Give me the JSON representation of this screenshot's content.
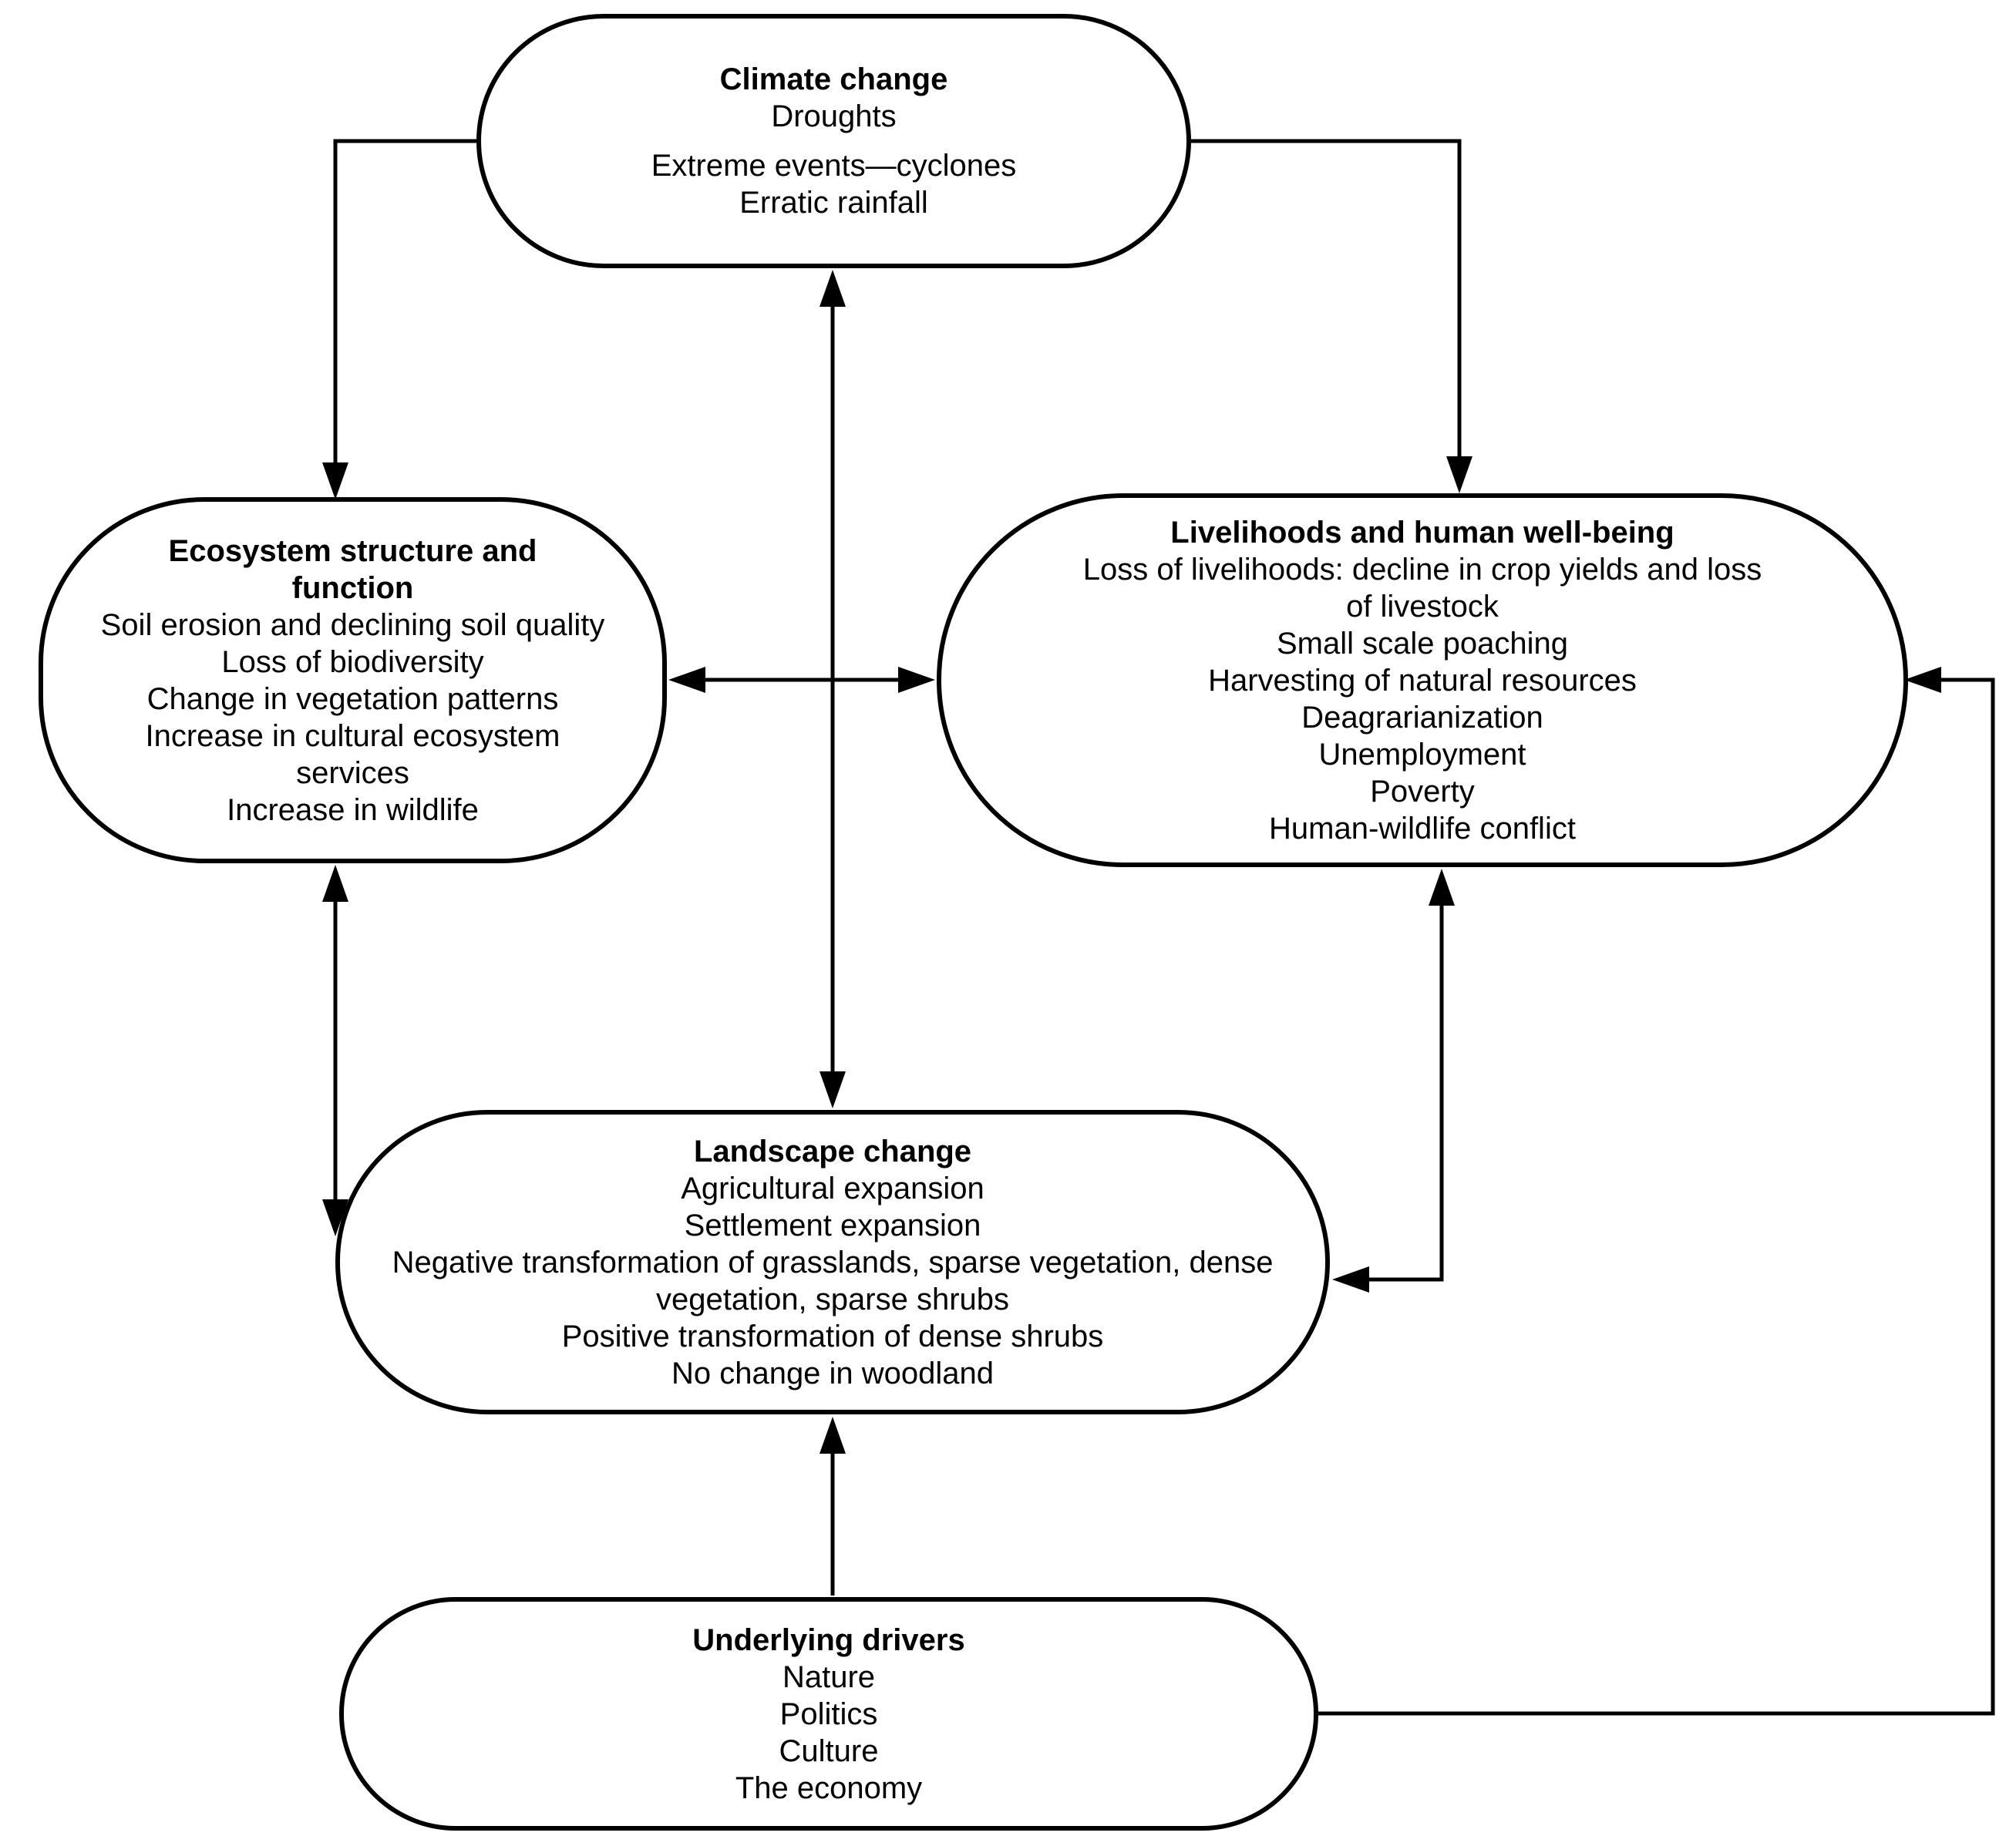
{
  "figure": {
    "background_color": "#ffffff",
    "line_color": "#000000",
    "text_color": "#000000"
  },
  "boxes": {
    "climate": {
      "title": "Climate change",
      "lines": [
        "Droughts",
        "Extreme events—cyclones",
        "Erratic rainfall"
      ]
    },
    "ecosystem": {
      "title": "Ecosystem structure and function",
      "lines": [
        "Soil erosion and declining soil quality",
        "Loss of biodiversity",
        "Change in vegetation patterns",
        "Increase in cultural ecosystem services",
        "Increase in wildlife"
      ]
    },
    "livelihoods": {
      "title": "Livelihoods and human well-being",
      "lines": [
        "Loss of livelihoods: decline in crop yields and loss of livestock",
        "Small scale poaching",
        "Harvesting of natural resources",
        "Deagrarianization",
        "Unemployment",
        "Poverty",
        "Human-wildlife conflict"
      ]
    },
    "landscape": {
      "title": "Landscape change",
      "lines": [
        "Agricultural expansion",
        "Settlement expansion",
        "Negative transformation of grasslands, sparse vegetation, dense vegetation, sparse shrubs",
        "Positive transformation of dense shrubs",
        "No change in woodland"
      ]
    },
    "underlying": {
      "title": "Underlying drivers",
      "lines": [
        "Nature",
        "Politics",
        "Culture",
        "The economy"
      ]
    }
  },
  "arrows": [
    {
      "from": "Climate change",
      "to": "Ecosystem structure and function",
      "bidirectional": false
    },
    {
      "from": "Climate change",
      "to": "Livelihoods and human well-being",
      "bidirectional": false
    },
    {
      "from": "Climate change",
      "to": "Landscape change",
      "bidirectional": true
    },
    {
      "from": "Ecosystem structure and function",
      "to": "Livelihoods and human well-being",
      "bidirectional": true
    },
    {
      "from": "Ecosystem structure and function",
      "to": "Landscape change",
      "bidirectional": true
    },
    {
      "from": "Livelihoods and human well-being",
      "to": "Landscape change",
      "bidirectional": true
    },
    {
      "from": "Underlying drivers",
      "to": "Landscape change",
      "bidirectional": false
    },
    {
      "from": "Underlying drivers",
      "to": "Livelihoods and human well-being",
      "bidirectional": false
    }
  ]
}
